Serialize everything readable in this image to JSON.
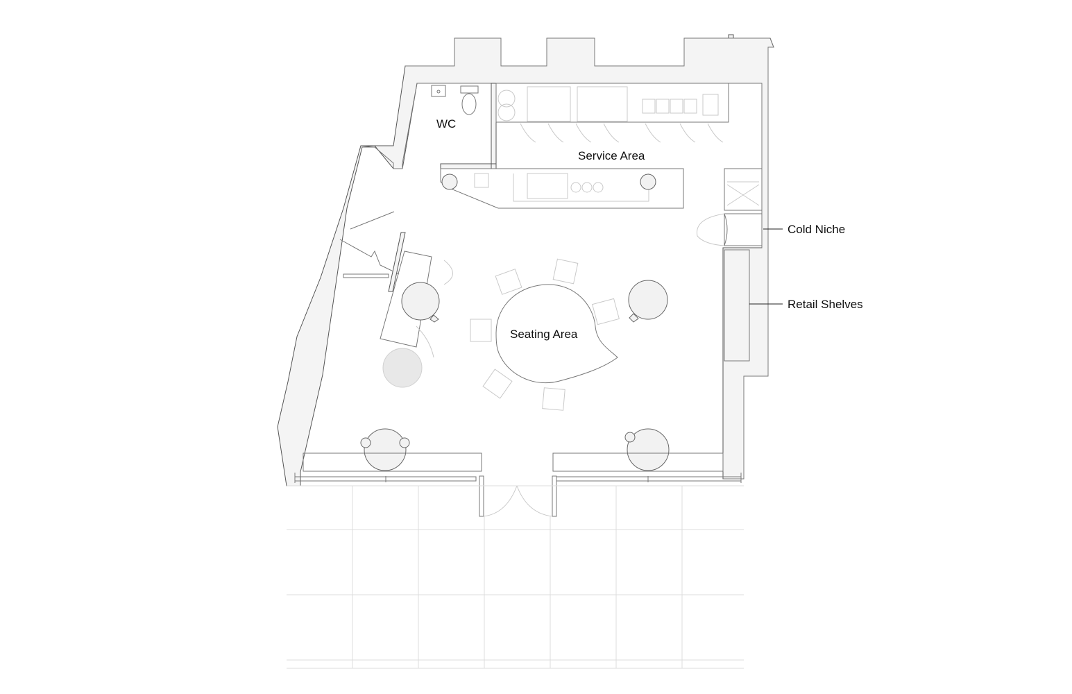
{
  "rooms": {
    "wc": "WC",
    "service": "Service Area",
    "seating": "Seating Area"
  },
  "callouts": {
    "cold_niche": "Cold Niche",
    "retail_shelves": "Retail Shelves"
  }
}
